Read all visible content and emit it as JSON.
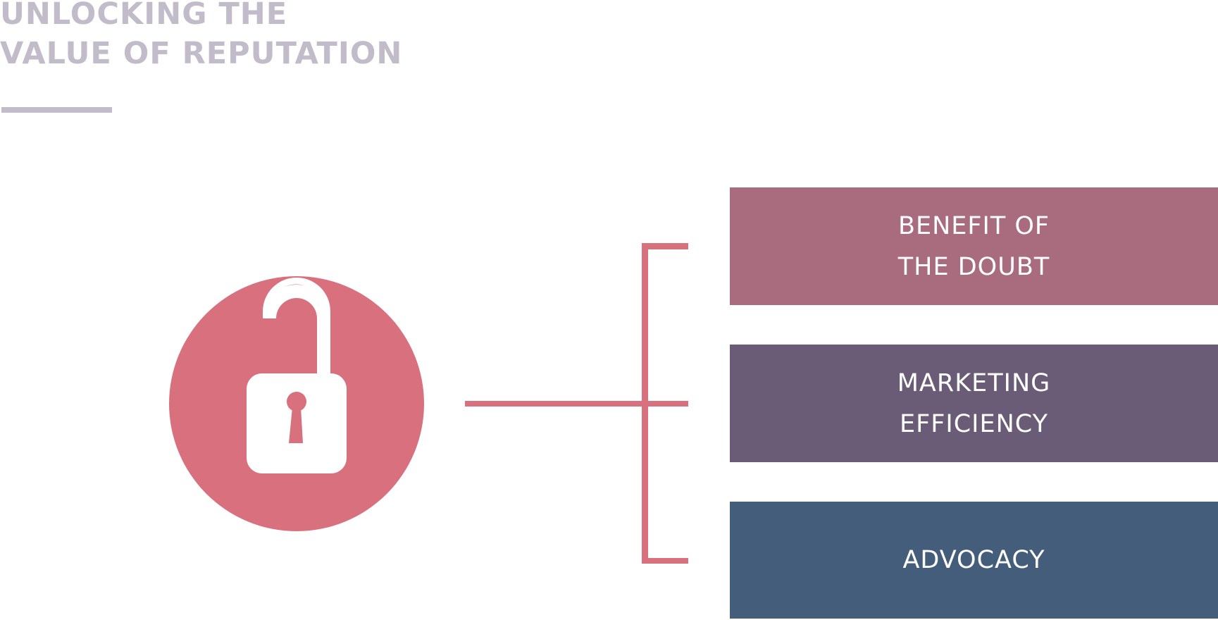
{
  "header": {
    "title": "UNLOCKING THE\nVALUE OF REPUTATION",
    "title_color": "#c2bbc9"
  },
  "hub": {
    "icon": "unlocked-padlock-icon",
    "color": "#d9707d"
  },
  "branches": [
    {
      "label": "BENEFIT OF\nTHE DOUBT",
      "color": "#a96b7e"
    },
    {
      "label": "MARKETING\nEFFICIENCY",
      "color": "#6a5b77"
    },
    {
      "label": "ADVOCACY",
      "color": "#445d7b"
    }
  ]
}
